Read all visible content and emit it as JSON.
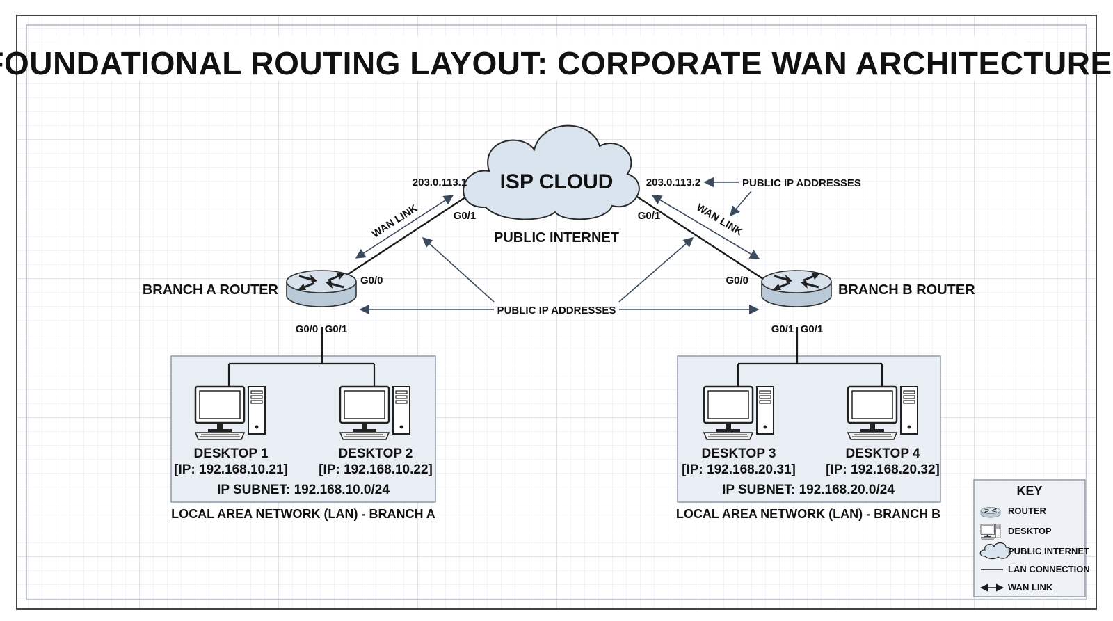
{
  "title": "FOUNDATIONAL ROUTING LAYOUT: CORPORATE WAN ARCHITECTURE",
  "cloud": {
    "label": "ISP CLOUD",
    "sublabel": "PUBLIC INTERNET",
    "ip_left": "203.0.113.1",
    "ip_right": "203.0.113.2",
    "port_left": "G0/1",
    "port_right": "G0/1"
  },
  "wan_link_label": "WAN LINK",
  "public_ip_label": "PUBLIC IP ADDRESSES",
  "branch_a": {
    "router_label": "BRANCH A ROUTER",
    "port_top": "G0/0",
    "port_bottom_left": "G0/0",
    "port_bottom_right": "G0/1",
    "lan_label": "LOCAL AREA NETWORK (LAN) - BRANCH A",
    "subnet": "IP SUBNET: 192.168.10.0/24",
    "desktops": [
      {
        "name": "DESKTOP 1",
        "ip": "[IP: 192.168.10.21]"
      },
      {
        "name": "DESKTOP 2",
        "ip": "[IP: 192.168.10.22]"
      }
    ]
  },
  "branch_b": {
    "router_label": "BRANCH B ROUTER",
    "port_top": "G0/0",
    "port_bottom_left": "G0/1",
    "port_bottom_right": "G0/1",
    "lan_label": "LOCAL AREA NETWORK (LAN) - BRANCH B",
    "subnet": "IP SUBNET: 192.168.20.0/24",
    "desktops": [
      {
        "name": "DESKTOP 3",
        "ip": "[IP: 192.168.20.31]"
      },
      {
        "name": "DESKTOP 4",
        "ip": "[IP: 192.168.20.32]"
      }
    ]
  },
  "key": {
    "title": "KEY",
    "items": [
      "ROUTER",
      "DESKTOP",
      "PUBLIC INTERNET",
      "LAN CONNECTION",
      "WAN LINK"
    ]
  },
  "colors": {
    "line": "#1a1a1a",
    "arrow": "#3b4a5c",
    "cloud_fill": "#d9e4ef",
    "router_fill": "#cfdbe7",
    "lan_fill": "#e8eef4",
    "grid": "#dfe3e8"
  }
}
